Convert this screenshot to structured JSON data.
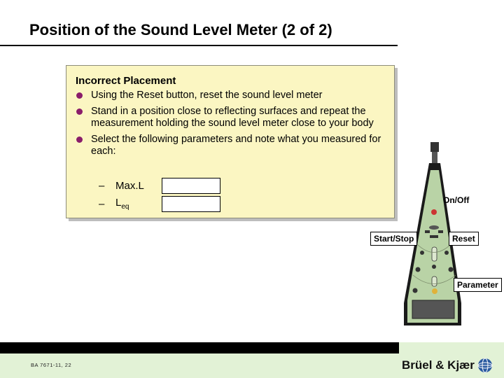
{
  "slide": {
    "title": "Position of the Sound Level Meter (2 of 2)"
  },
  "panel": {
    "heading": "Incorrect Placement",
    "bullets": [
      "Using the Reset button, reset the sound level meter",
      "Stand in a position close to reflecting surfaces and repeat the measurement holding the sound level meter close to your body",
      "Select the following parameters and note what you measured for each:"
    ],
    "params": [
      {
        "dash": "–",
        "label": "Max.L",
        "sub": ""
      },
      {
        "dash": "–",
        "label": "L",
        "sub": "eq"
      }
    ]
  },
  "meter": {
    "callouts": {
      "on_off": "On/Off",
      "start_stop": "Start/Stop",
      "reset": "Reset",
      "parameter": "Parameter"
    }
  },
  "footer": {
    "code": "BA 7671-11, 22",
    "brand": "Brüel & Kjær"
  },
  "colors": {
    "panel_bg": "#fbf6c2",
    "bullet": "#8a1d6a",
    "footer_green": "#e2f2d6",
    "meter_body": "#b9d3a6"
  }
}
